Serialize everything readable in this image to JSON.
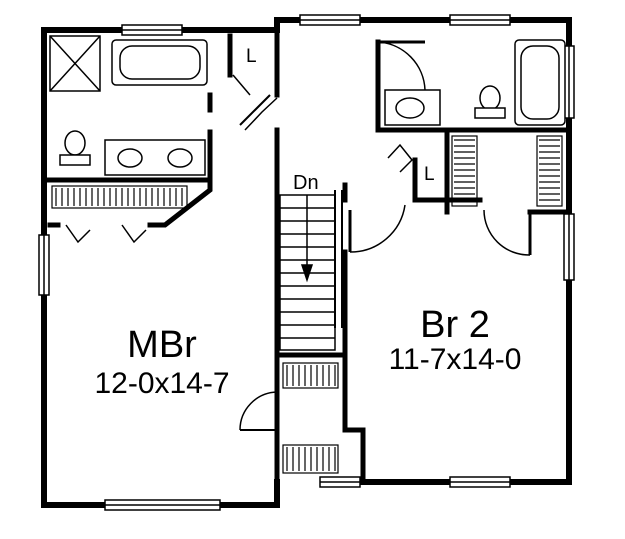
{
  "plan": {
    "rooms": {
      "master": {
        "name": "MBr",
        "dimensions": "12-0x14-7"
      },
      "bedroom2": {
        "name": "Br 2",
        "dimensions": "11-7x14-0"
      }
    },
    "stair_label": "Dn",
    "linen_closet_1": "L",
    "linen_closet_2": "L"
  },
  "colors": {
    "line": "#000000",
    "background": "#ffffff"
  }
}
